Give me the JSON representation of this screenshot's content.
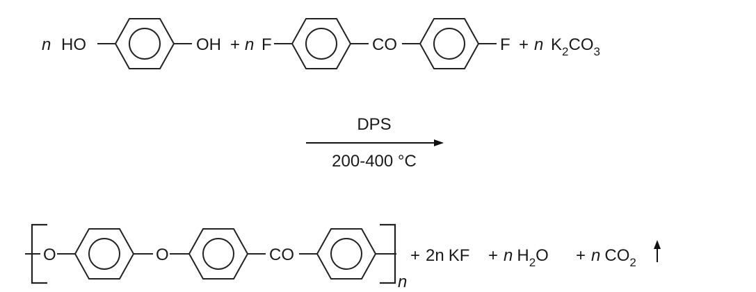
{
  "reaction": {
    "reactants": {
      "coef1": "n",
      "ho_left": "HO",
      "oh_right": "OH",
      "plus1": "+",
      "coef2": "n",
      "f_left": "F",
      "carbonyl": "CO",
      "f_right": "F",
      "plus2": "+",
      "coef3": "n",
      "k2co3_k": "K",
      "k2co3_sub2": "2",
      "k2co3_co": "CO",
      "k2co3_sub3": "3"
    },
    "conditions": {
      "solvent": "DPS",
      "temperature": "200-400 °C"
    },
    "products": {
      "o_left": "O",
      "o_mid": "O",
      "carbonyl": "CO",
      "repeat_n": "n",
      "plus1": "+",
      "kf_coef": "2n",
      "kf": "KF",
      "plus2": "+",
      "h2o_coef": "n",
      "h2o_h": "H",
      "h2o_sub": "2",
      "h2o_o": "O",
      "plus3": "+",
      "co2_coef": "n",
      "co2_co": "CO",
      "co2_sub": "2"
    }
  },
  "icons": [
    "benzene-ring-icon",
    "reaction-arrow-icon",
    "gas-evolution-arrow-icon",
    "polymer-bracket-icon"
  ]
}
